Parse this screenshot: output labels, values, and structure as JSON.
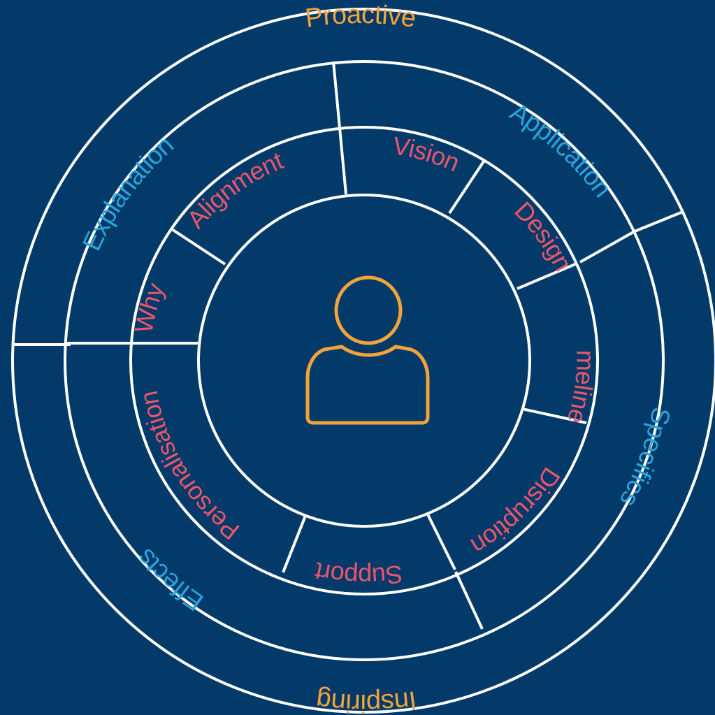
{
  "colors": {
    "background": "#033a69",
    "rings": "#ffffff",
    "outer_text": "#f2a33a",
    "middle_text": "#2aa3da",
    "inner_text": "#e8566b",
    "icon": "#f2a33a"
  },
  "center_icon": "person-icon",
  "outer_ring": {
    "top_label": "Proactive",
    "bottom_label": "Inspiring"
  },
  "middle_ring": {
    "labels": [
      "Explanation",
      "Application",
      "Specifics",
      "Effects"
    ]
  },
  "inner_ring": {
    "labels": [
      "Why",
      "Alignment",
      "Vision",
      "Design",
      "Timeline",
      "Disruption",
      "Support",
      "Personalisation"
    ]
  }
}
